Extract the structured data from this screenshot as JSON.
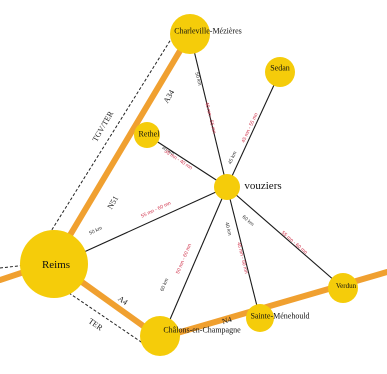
{
  "colors": {
    "city_fill": "#f5cc0a",
    "highway": "#f0a030",
    "link": "#1a1a1a",
    "rail": "#222222",
    "time_text": "#d0324b"
  },
  "cities": {
    "charleville": "Charleville-Mézières",
    "sedan": "Sedan",
    "rethel": "Rethel",
    "vouziers": "vouziers",
    "reims": "Reims",
    "chalons": "Châlons-en-Champagne",
    "sainte_menehould": "Sainte-Ménehould",
    "verdun": "Verdun"
  },
  "roads": {
    "a34": "A34",
    "n51": "N51",
    "a4": "A4",
    "n4": "N4",
    "tgv_ter": "TGV/TER",
    "ter": "TER"
  },
  "links": {
    "charleville_dist": "50 km",
    "charleville_time": "40 mn - 55 mn",
    "sedan_dist": "45 km",
    "sedan_time": "45 mn - 55 mn",
    "rethel_dist": "30 km",
    "rethel_time": "35 mn - 40 mn",
    "reims_dist": "50 km",
    "reims_time": "55 mn - 60 mn",
    "chalons_dist": "60 km",
    "chalons_time": "50 mn - 60 mn",
    "menehould_dist": "40 km",
    "menehould_time": "45 mn - 50 mn",
    "verdun_dist": "60 km",
    "verdun_time": "55 mn - 60 mn"
  }
}
